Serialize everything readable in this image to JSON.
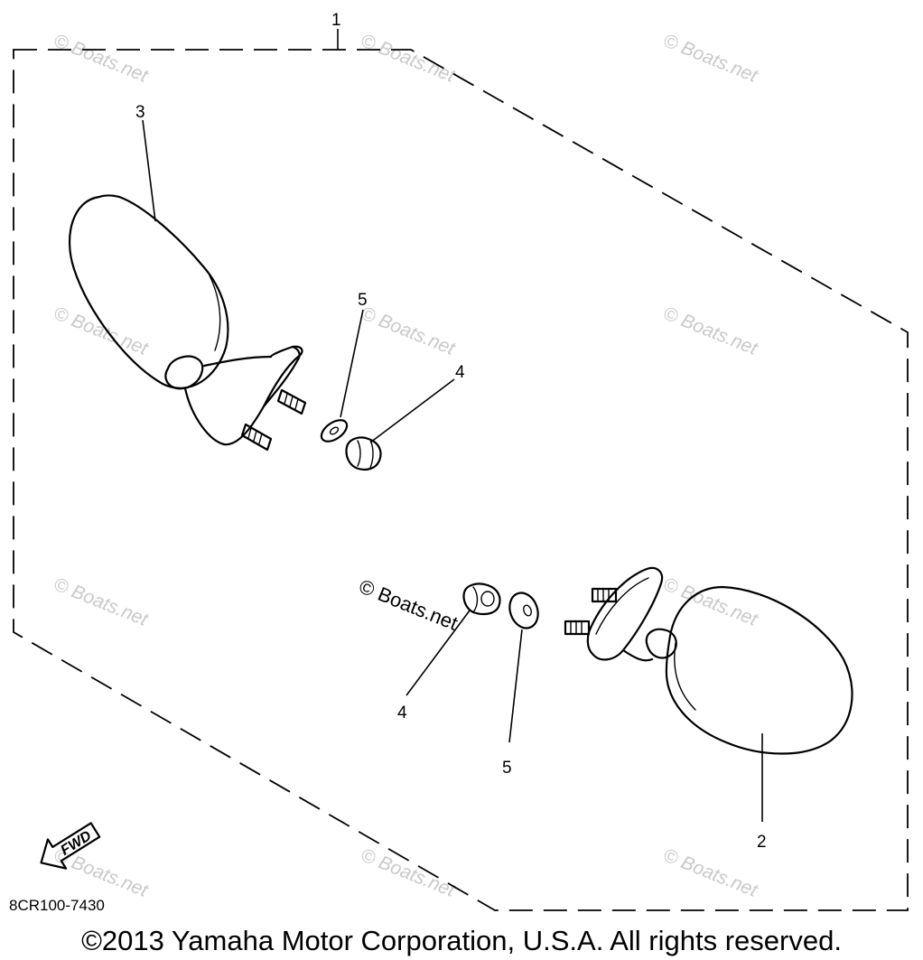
{
  "callouts": {
    "c1": "1",
    "c2": "2",
    "c3": "3",
    "c4a": "4",
    "c4b": "4",
    "c5a": "5",
    "c5b": "5"
  },
  "watermark": {
    "text": "© Boats.net",
    "center_text": "© Boats.net"
  },
  "fwd_label": "FWD",
  "diagram_code": "8CR100-7430",
  "copyright": "©2013 Yamaha Motor Corporation, U.S.A. All rights reserved."
}
